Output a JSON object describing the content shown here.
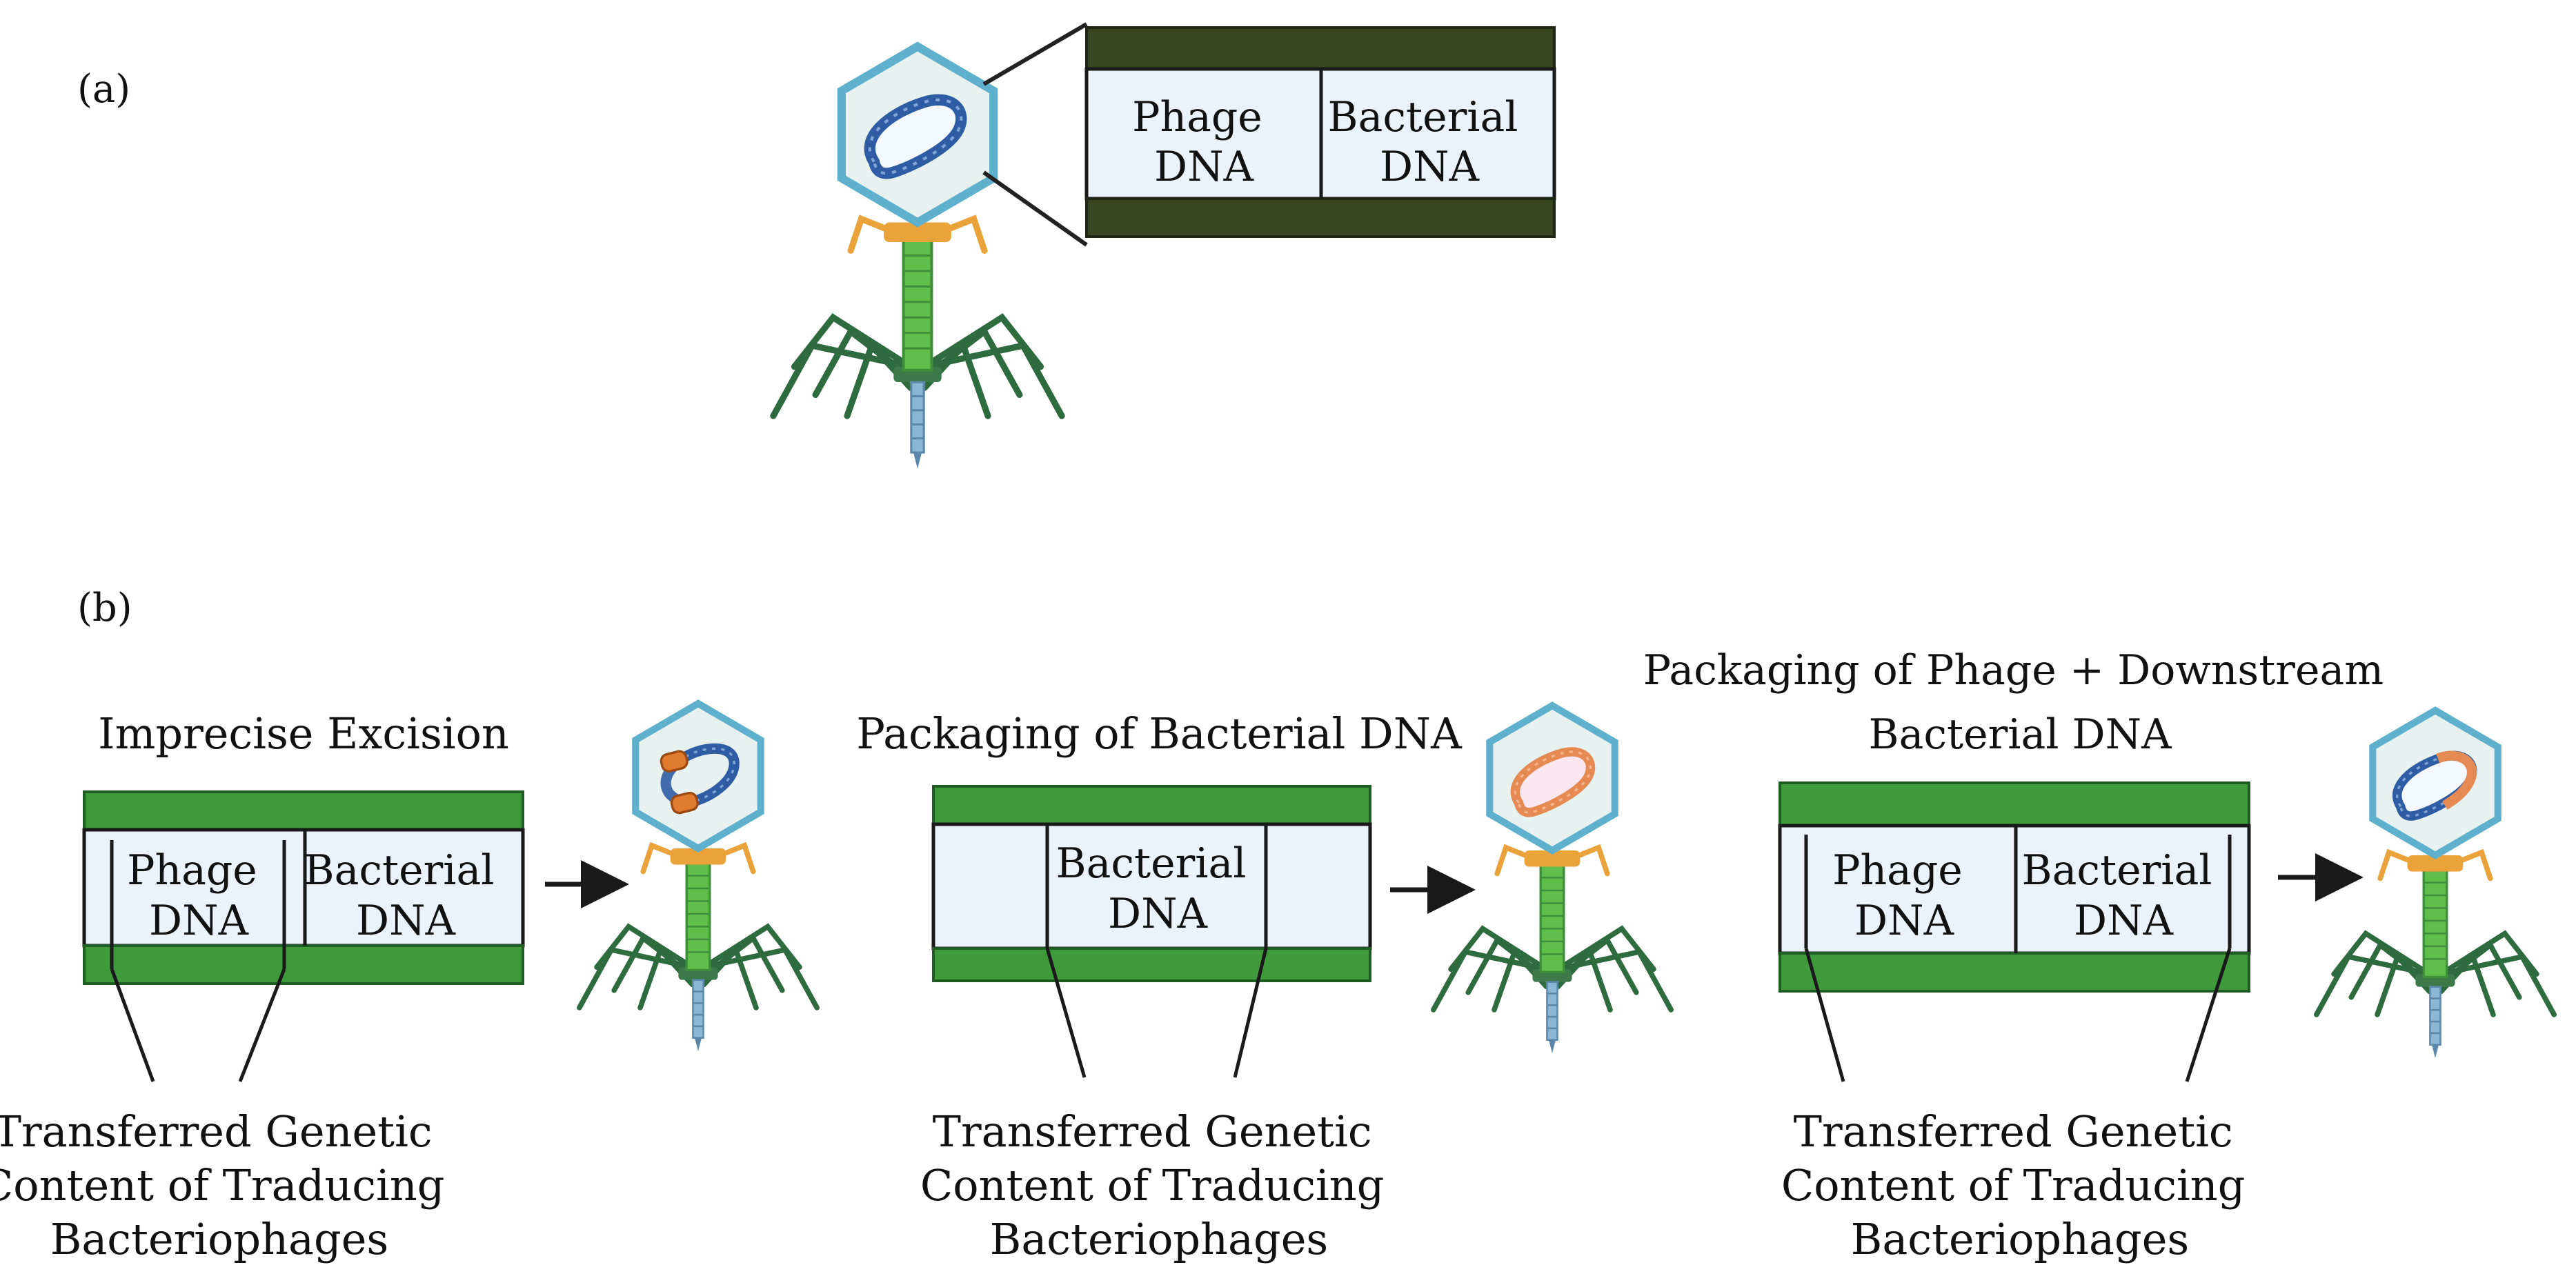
{
  "panel_a": {
    "label": "(a)",
    "segments": [
      {
        "line1": "Phage",
        "line2": "DNA"
      },
      {
        "line1": "Bacterial",
        "line2": "DNA"
      }
    ]
  },
  "panel_b": {
    "label": "(b)",
    "groups": [
      {
        "title_line1": "Imprecise Excision",
        "title_line2": "",
        "segments": [
          {
            "line1": "Phage",
            "line2": "DNA"
          },
          {
            "line1": "Bacterial",
            "line2": "DNA"
          }
        ],
        "caption": [
          "Transferred Genetic",
          "Content of Traducing",
          "Bacteriophages"
        ]
      },
      {
        "title_line1": "Packaging of Bacterial DNA",
        "title_line2": "",
        "segments": [
          {
            "line1": "Bacterial",
            "line2": "DNA"
          }
        ],
        "caption": [
          "Transferred Genetic",
          "Content of Traducing",
          "Bacteriophages"
        ]
      },
      {
        "title_line1": "Packaging of Phage + Downstream",
        "title_line2": "Bacterial DNA",
        "segments": [
          {
            "line1": "Phage",
            "line2": "DNA"
          },
          {
            "line1": "Bacterial",
            "line2": "DNA"
          }
        ],
        "caption": [
          "Transferred Genetic",
          "Content of Traducing",
          "Bacteriophages"
        ]
      }
    ]
  },
  "colors": {
    "strand_dark": "#3a4521",
    "strand_green": "#3f9a3c",
    "segment_fill": "#eaf2fb",
    "capsid_border": "#5fb0cd",
    "capsid_fill": "#e6f1f0",
    "dna_blue": "#2f5da3",
    "dna_orange": "#e58a52",
    "tail_green": "#5fbf4a",
    "fiber_green": "#2e6b3e",
    "collar_orange": "#eaa23a",
    "spike_blue": "#8bb6d4"
  },
  "icons": [
    "bacteriophage-icon",
    "arrow-right-icon"
  ]
}
